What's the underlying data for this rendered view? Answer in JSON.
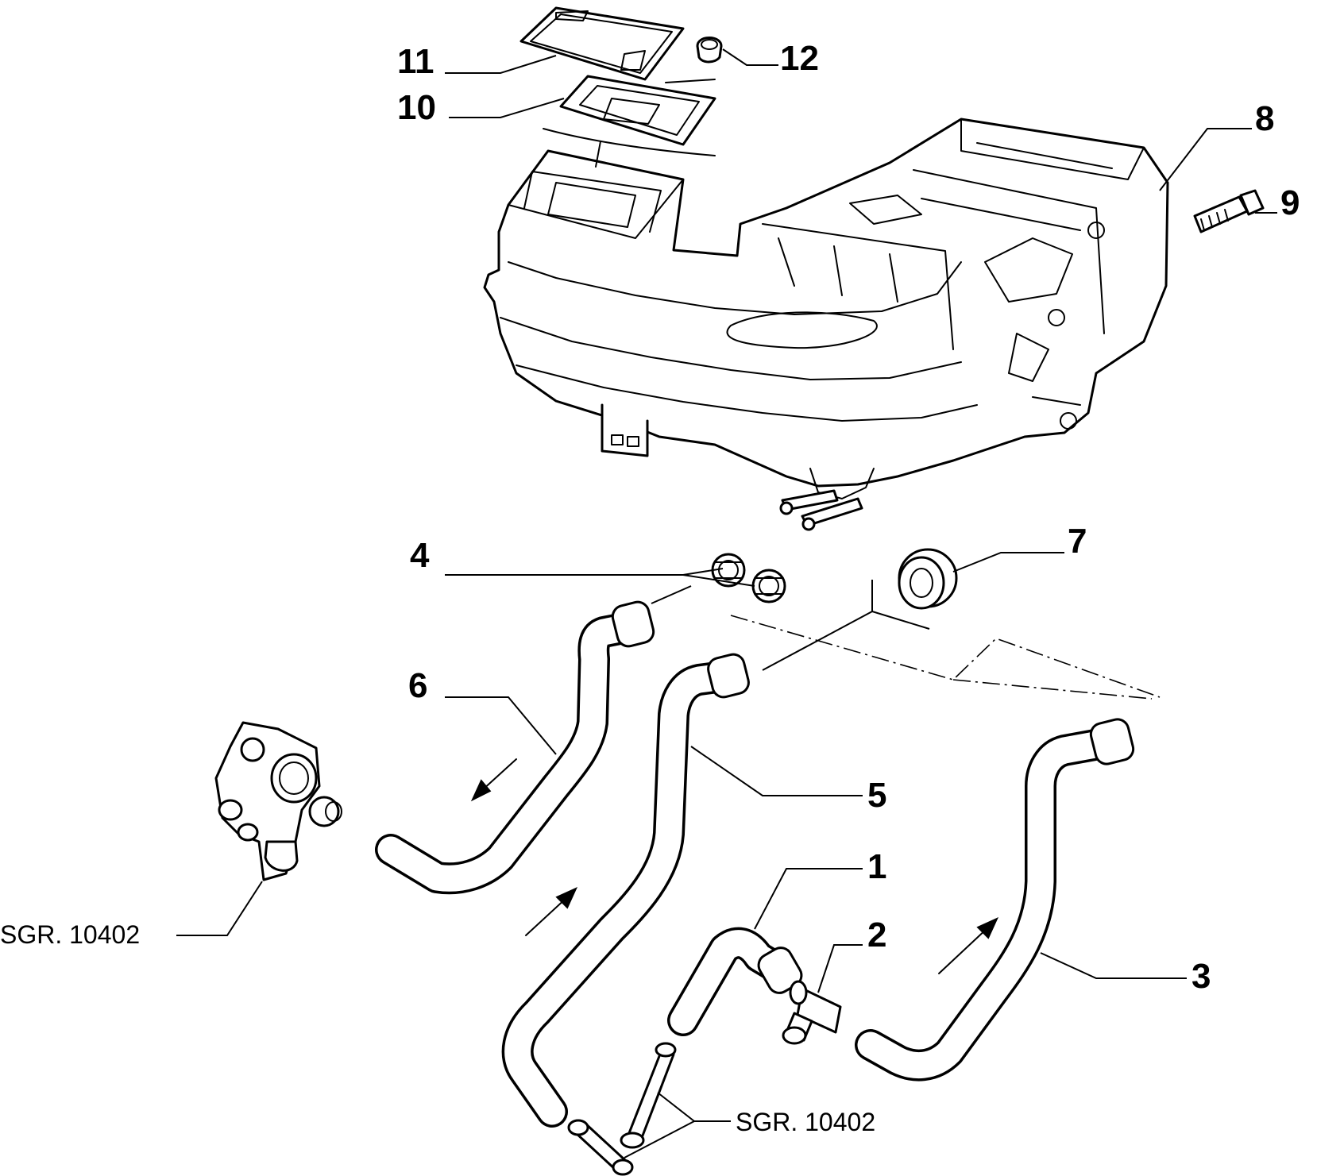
{
  "callouts": {
    "c1": "1",
    "c2": "2",
    "c3": "3",
    "c4": "4",
    "c5": "5",
    "c6": "6",
    "c7": "7",
    "c8": "8",
    "c9": "9",
    "c10": "10",
    "c11": "11",
    "c12": "12"
  },
  "references": {
    "left": "SGR. 10402",
    "bottom": "SGR. 10402"
  },
  "colors": {
    "line": "#000000",
    "background": "#ffffff"
  }
}
